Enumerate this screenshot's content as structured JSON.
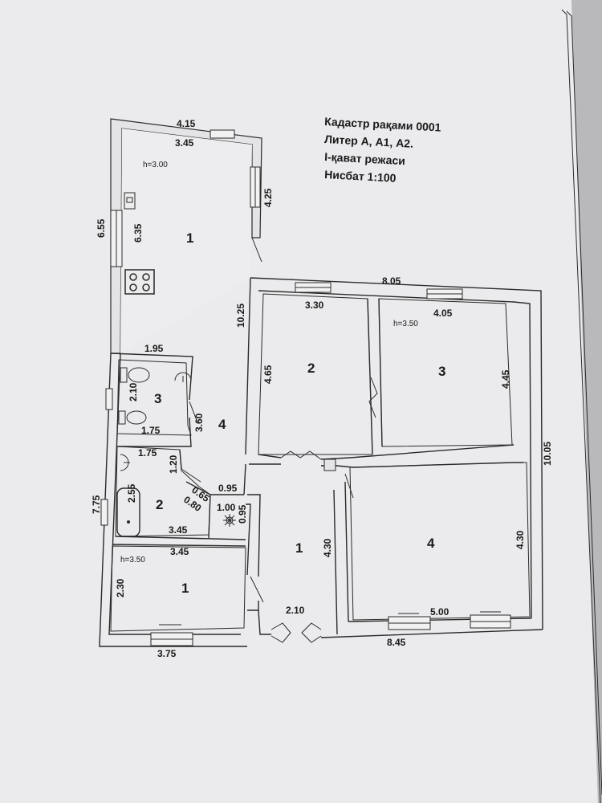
{
  "title_block": {
    "line1": "Кадастр рақами 0001",
    "line2": "Литер А, А1, А2.",
    "line3": "І-қават режаси",
    "line4": "Нисбат 1:100"
  },
  "rooms": {
    "top_1": "1",
    "a_2": "2",
    "a_3": "3",
    "bath_3": "3",
    "corr_4": "4",
    "wc_2": "2",
    "hall_1": "1",
    "room_4": "4",
    "bottom_1": "1"
  },
  "heights": {
    "top": "h=3.00",
    "right": "h=3.50",
    "bottom": "h=3.50"
  },
  "dimensions": {
    "d_415": "4.15",
    "d_345_top": "3.45",
    "d_655": "6.55",
    "d_635": "6.35",
    "d_425": "4.25",
    "d_1025": "10.25",
    "d_805": "8.05",
    "d_330": "3.30",
    "d_405": "4.05",
    "d_465": "4.65",
    "d_445": "4.45",
    "d_1005": "10.05",
    "d_195": "1.95",
    "d_210_v": "2.10",
    "d_175_a": "1.75",
    "d_360": "3.60",
    "d_175_b": "1.75",
    "d_120": "1.20",
    "d_775": "7.75",
    "d_255": "2.55",
    "d_065": "0.65",
    "d_095_h": "0.95",
    "d_080": "0.80",
    "d_100": "1.00",
    "d_095_v": "0.95",
    "d_345_mid": "3.45",
    "d_345_low": "3.45",
    "d_430_mid": "4.30",
    "d_430_right": "4.30",
    "d_230": "2.30",
    "d_210_h": "2.10",
    "d_500": "5.00",
    "d_375": "3.75",
    "d_845": "8.45"
  }
}
